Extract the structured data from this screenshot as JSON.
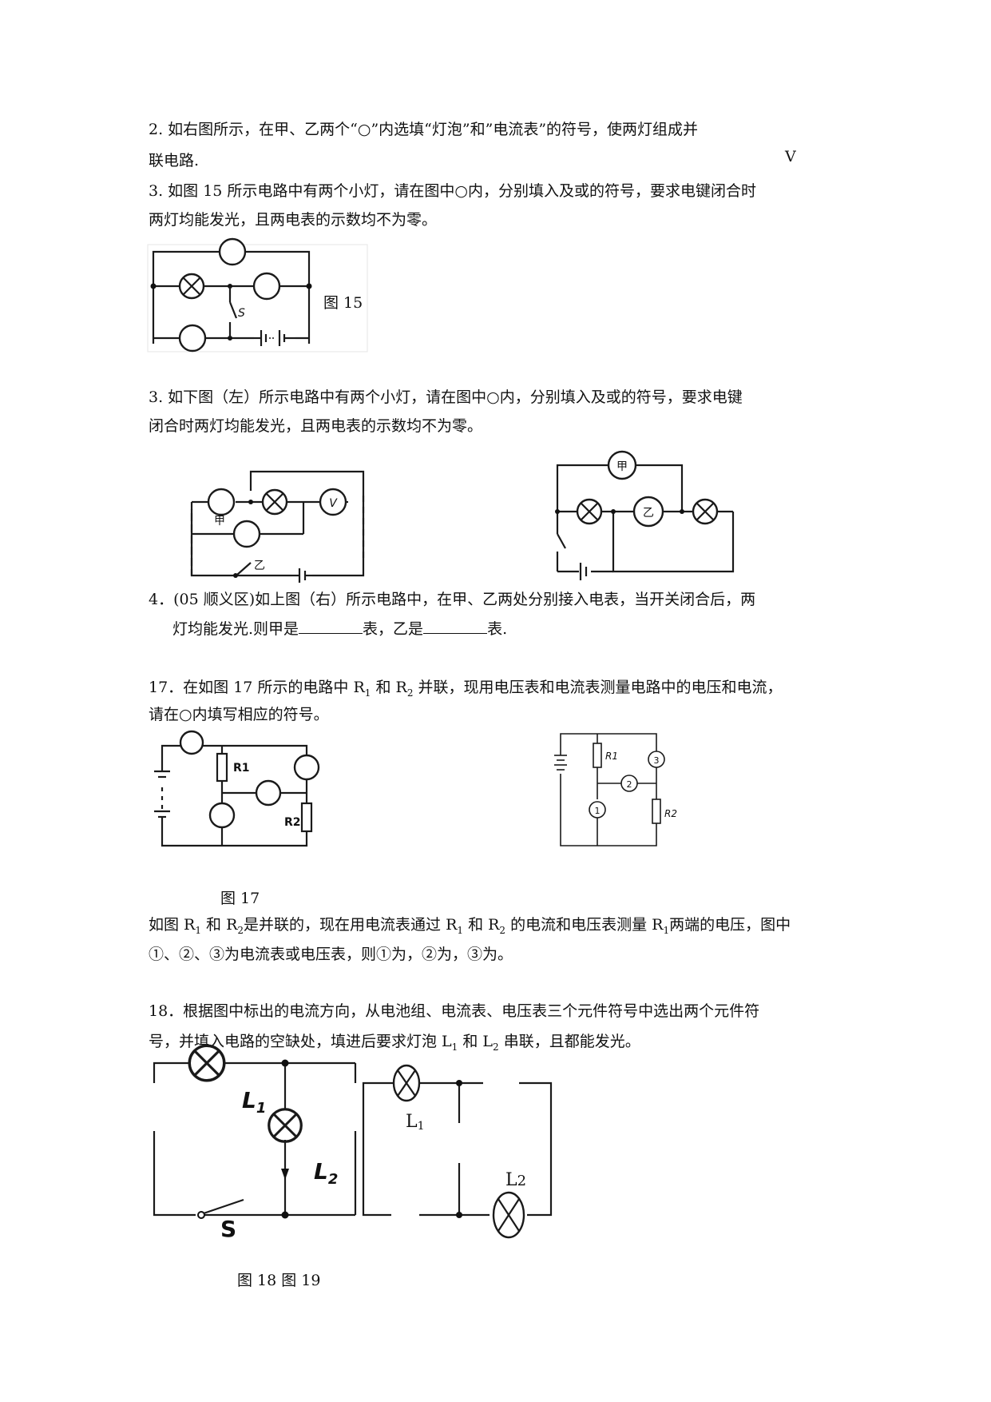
{
  "q2": {
    "line1": "2.    如右图所示，在甲、乙两个“○”内选填“灯泡”和”电流表”的符号，使两灯组成并",
    "line2": "联电路.",
    "stray_v": "V"
  },
  "q3a": {
    "line1": "3. 如图 15 所示电路中有两个小灯，请在图中○内，分别填入及或的符号，要求电键闭合时",
    "line2": "两灯均能发光，且两电表的示数均不为零。",
    "fig_label": "图 15",
    "switch_label": "S"
  },
  "q3b": {
    "line1": "3.  如下图（左）所示电路中有两个小灯，请在图中○内，分别填入及或的符号，要求电键",
    "line2": "闭合时两灯均能发光，且两电表的示数均不为零。",
    "left_fig": {
      "meter_v": "V",
      "label_jia": "甲",
      "label_yi": "乙"
    },
    "right_fig": {
      "label_jia": "甲",
      "label_yi": "乙"
    }
  },
  "q4": {
    "line1": "4．(05 顺义区)如上图（右）所示电路中，在甲、乙两处分别接入电表，当开关闭合后，两",
    "line2_a": "灯均能发光.则甲是",
    "line2_b": "表，乙是",
    "line2_c": "表."
  },
  "q17": {
    "line1_a": "17．在如图 17 所示的电路中 R",
    "line1_sub1": "1",
    "line1_b": " 和 R",
    "line1_sub2": "2",
    "line1_c": " 并联，现用电压表和电流表测量电路中的电压和电流，",
    "line2": "请在○内填写相应的符号。",
    "fig_label": "图 17",
    "r1": "R1",
    "r2": "R2",
    "right_fig": {
      "r1": "R1",
      "r2": "R2",
      "m1": "1",
      "m2": "2",
      "m3": "3"
    },
    "text2_line1_a": "如图 R",
    "text2_line1_b": " 和 R",
    "text2_line1_c": "是并联的，现在用电流表通过 R",
    "text2_line1_d": " 和 R",
    "text2_line1_e": " 的电流和电压表测量 R",
    "text2_line1_f": "两端的电压，图中",
    "text2_line2": "①、②、③为电流表或电压表，则①为，②为，③为。"
  },
  "q18": {
    "line1": "18．根据图中标出的电流方向，从电池组、电流表、电压表三个元件符号中选出两个元件符",
    "line2_a": "号，并填入电路的空缺处，填进后要求灯泡 L",
    "line2_b": " 和 L",
    "line2_c": " 串联，且都能发光。",
    "sub1": "1",
    "sub2": "2",
    "fig18": {
      "l1": "L",
      "l1_sub": "1",
      "l2": "L",
      "l2_sub": "2",
      "s": "S"
    },
    "fig19": {
      "l1": "L",
      "l1_sub": "1",
      "l2": "L",
      "l2_sub": "2"
    },
    "fig_label": "图 18 图 19"
  }
}
